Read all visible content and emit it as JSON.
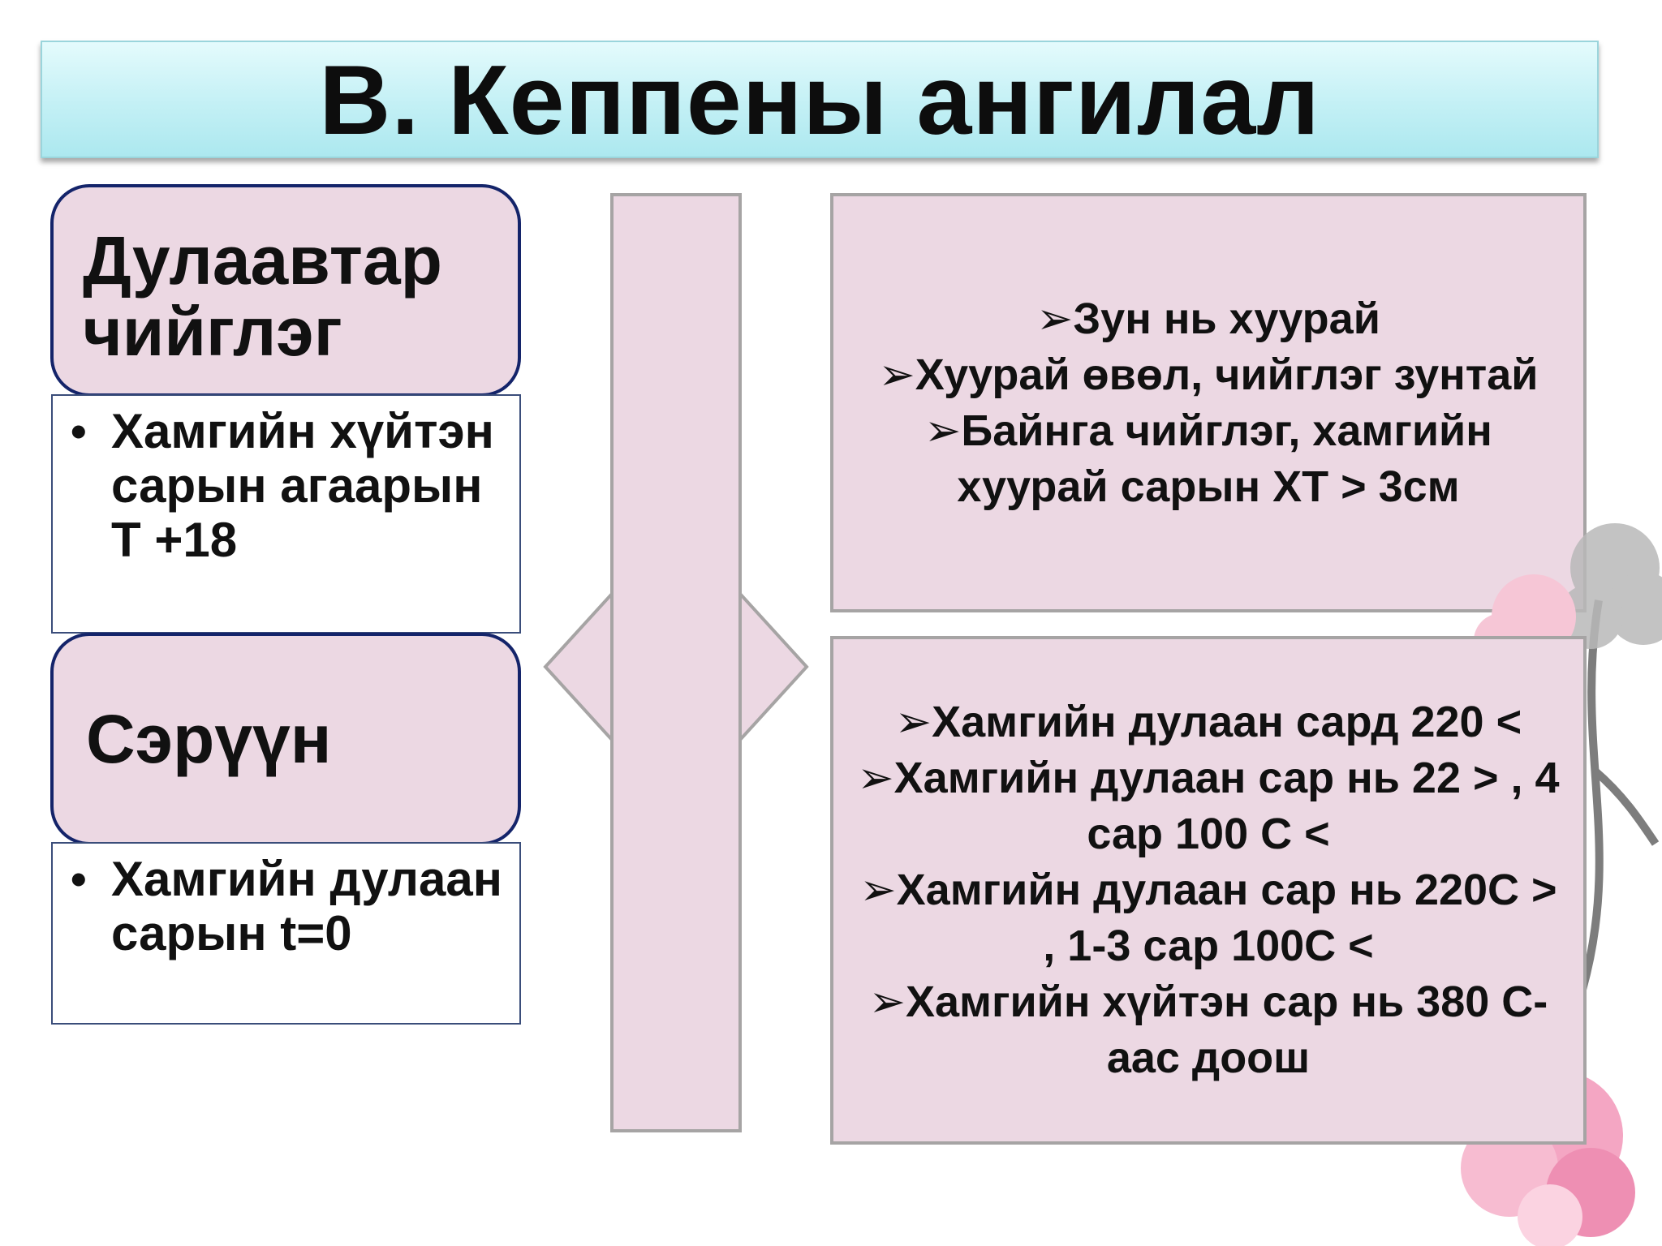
{
  "slide": {
    "title": "B. Кеппены ангилал"
  },
  "categories": [
    {
      "label": "Дулаавтар чийглэг",
      "detail": "Хамгийн хүйтэн сарын агаарын Т +18"
    },
    {
      "label": "Сэрүүн",
      "detail": "Хамгийн дулаан сарын t=0"
    }
  ],
  "descriptions": [
    {
      "lines": [
        "➢Зун нь хуурай",
        "➢Хуурай өвөл, чийглэг зунтай",
        "➢Байнга чийглэг, хамгийн хуурай сарын ХТ > 3см"
      ]
    },
    {
      "lines": [
        "➢Хамгийн дулаан сард 220 <",
        "➢Хамгийн дулаан сар нь 22 > , 4 сар 100 С <",
        "➢Хамгийн дулаан сар нь 220С > , 1-3 сар 100С <",
        "➢Хамгийн хүйтэн сар нь 380 С-аас доош"
      ]
    }
  ],
  "colors": {
    "title_background": "#c3f0f5",
    "box_fill": "#ecd8e3",
    "category_border": "#14246a",
    "desc_border": "#a6a4a4"
  },
  "icons": {
    "bullet": "•",
    "arrow_bullet": "➢"
  }
}
